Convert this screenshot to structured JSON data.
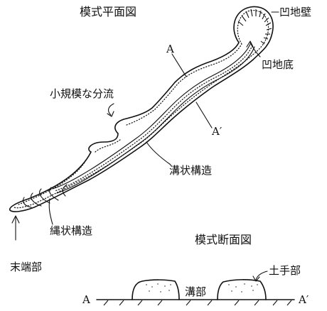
{
  "plan_view": {
    "title": "模式平面図",
    "labels": {
      "a": "A",
      "a_prime": "A′",
      "depression_wall": "凹地壁",
      "depression_floor": "凹地底",
      "small_branch_flow": "小規模な分流",
      "groove_structure": "溝状構造",
      "rope_structure": "縄状構造",
      "terminal_part": "末端部"
    }
  },
  "section_view": {
    "title": "模式断面図",
    "labels": {
      "embankment": "土手部",
      "groove": "溝部",
      "a": "A",
      "a_prime": "A′"
    }
  }
}
